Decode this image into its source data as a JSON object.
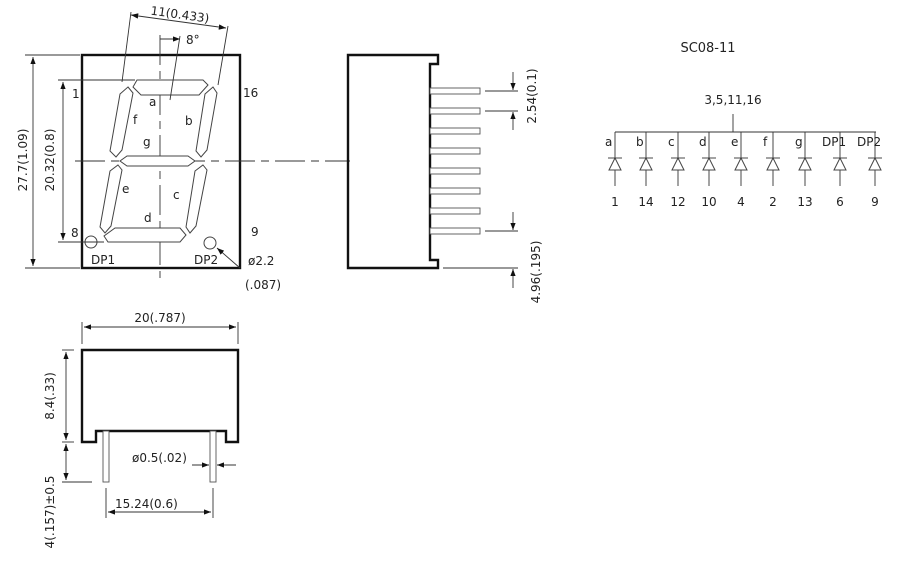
{
  "front_view": {
    "dim_width": "11(0.433)",
    "slant_angle": "8°",
    "dim_total_height": "27.7(1.09)",
    "dim_digit_height": "20.32(0.8)",
    "segments": {
      "a": "a",
      "b": "b",
      "c": "c",
      "d": "d",
      "e": "e",
      "f": "f",
      "g": "g"
    },
    "pin_labels": {
      "top_left": "1",
      "top_right": "16",
      "bottom_left": "8",
      "bottom_right": "9"
    },
    "dp1": "DP1",
    "dp2": "DP2",
    "dp_diameter": "ø2.2",
    "dp_diameter_in": "(.087)"
  },
  "side_view": {
    "dim_pitch": "2.54(0.1)",
    "dim_offset": "4.96(.195)"
  },
  "bottom_view": {
    "dim_width": "20(.787)",
    "dim_height": "8.4(.33)",
    "dim_pin_length": "4(.157)±0.5",
    "dim_pin_diameter": "ø0.5(.02)",
    "dim_pin_spacing": "15.24(0.6)"
  },
  "schematic": {
    "title": "SC08-11",
    "common_pins": "3,5,11,16",
    "channels": [
      {
        "label": "a",
        "pin": "1"
      },
      {
        "label": "b",
        "pin": "14"
      },
      {
        "label": "c",
        "pin": "12"
      },
      {
        "label": "d",
        "pin": "10"
      },
      {
        "label": "e",
        "pin": "4"
      },
      {
        "label": "f",
        "pin": "2"
      },
      {
        "label": "g",
        "pin": "13"
      },
      {
        "label": "DP1",
        "pin": "6"
      },
      {
        "label": "DP2",
        "pin": "9"
      }
    ]
  }
}
